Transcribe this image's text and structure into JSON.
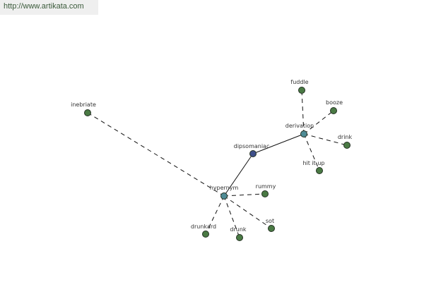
{
  "site": {
    "url": "http://www.artikata.com"
  },
  "colors": {
    "word_node": "#4a7a44",
    "relation_node": "#4f8c96",
    "center_node": "#3e4f8a",
    "node_stroke": "#233022",
    "edge": "#111111"
  },
  "graph": {
    "center": "dipsomaniac",
    "relations": [
      {
        "label": "hypernym",
        "words": [
          "inebriate",
          "rummy",
          "sot",
          "drunk",
          "drunkard"
        ]
      },
      {
        "label": "derivation",
        "words": [
          "fuddle",
          "booze",
          "drink",
          "hit it up"
        ]
      }
    ]
  }
}
